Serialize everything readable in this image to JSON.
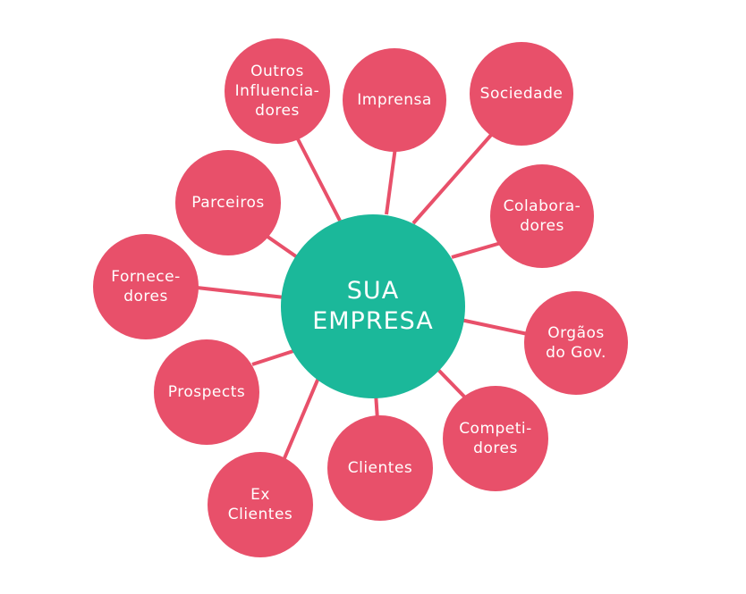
{
  "colors": {
    "node": "#e8506a",
    "center": "#1bb89a",
    "link": "#e8506a",
    "text": "#ffffff"
  },
  "center": {
    "label": "SUA\nEMPRESA"
  },
  "nodes": [
    {
      "id": "outros-influenciadores",
      "label": "Outros\nInfluencia-\ndores"
    },
    {
      "id": "imprensa",
      "label": "Imprensa"
    },
    {
      "id": "sociedade",
      "label": "Sociedade"
    },
    {
      "id": "parceiros",
      "label": "Parceiros"
    },
    {
      "id": "colaboradores",
      "label": "Colabora-\ndores"
    },
    {
      "id": "fornecedores",
      "label": "Fornece-\ndores"
    },
    {
      "id": "orgaos-gov",
      "label": "Orgãos\ndo Gov."
    },
    {
      "id": "prospects",
      "label": "Prospects"
    },
    {
      "id": "competidores",
      "label": "Competi-\ndores"
    },
    {
      "id": "ex-clientes",
      "label": "Ex\nClientes"
    },
    {
      "id": "clientes",
      "label": "Clientes"
    }
  ]
}
